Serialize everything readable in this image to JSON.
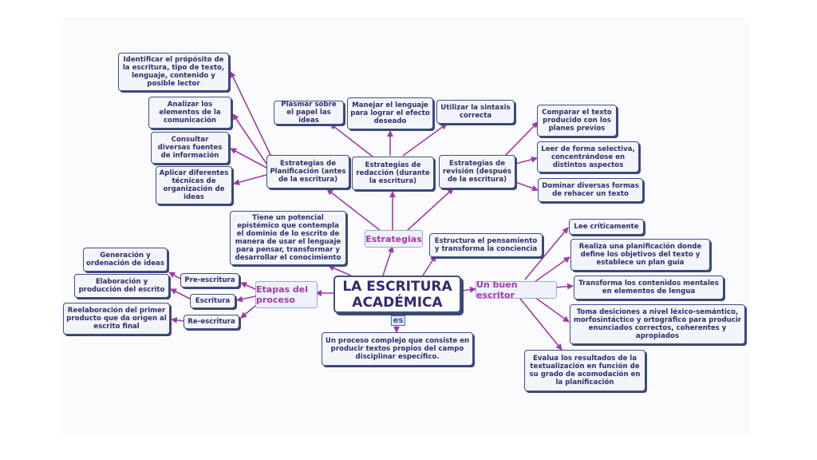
{
  "colors": {
    "link": "#a23aa7",
    "node_border": "#3f4f86",
    "node_text": "#2d2f6b"
  },
  "center": {
    "title": "LA ESCRITURA ACADÉMICA",
    "tag": "es"
  },
  "nodes": {
    "estrategias": "Estrategias",
    "etapas": "Etapas del proceso",
    "buen_escritor": "Un buen escritor",
    "plan": "Estrategias de Planificación (antes de la escritura)",
    "redac": "Estrategias de redacción (durante la escritura)",
    "revis": "Estrategias de revisión (después de la escritura)",
    "p1": "Identificar el própósito de la escritura, tipo de texto, lenguaje, contenido y posible lector",
    "p2": "Analizar los elementos de la comunicación",
    "p3": "Consultar diversas fuentes de información",
    "p4": "Aplicar diferentes técnicas de organización de ideas",
    "r1": "Plasmar sobre el papel las ideas",
    "r2": "Manejar el lenguaje para lograr el efecto deseado",
    "r3": "Utilizar la sintaxis correcta",
    "v1": "Comparar el texto producido con los planes previos",
    "v2": "Leer de forma selectiva, concentrándose en distintos aspectos",
    "v3": "Dominar diversas formas de rehacer un texto",
    "potencial": "Tiene un potencial epistémico que contempla el dominio de lo escrito de manera de usar el lenguaje para pensar, transformar y desarrollar el conocimiento",
    "estructura": "Estructura el pensamiento y transforma la conciencia",
    "proceso": "Un proceso complejo que consiste en producir textos propios del campo disciplinar específico.",
    "pre": "Pre-escritura",
    "esc": "Escritura",
    "re": "Re-escritura",
    "gen": "Generación y ordenación de ideas",
    "elab": "Elaboración y producción del escrito",
    "reel": "Reelaboración del primer producto que da origen al escrito final",
    "b1": "Lee críticamente",
    "b2": "Realiza una planificación donde define los objetivos del texto y establece un plan guía",
    "b3": "Transforma los contenidos mentales en elementos de lengua",
    "b4": "Toma desiciones a nivel léxico-semántico, morfosintáctico y ortográfico para producir enunciados correctos, coherentes y apropiados",
    "b5": "Evalua los resultados de la textualización en función de su grado de acomodación en la planificación"
  }
}
